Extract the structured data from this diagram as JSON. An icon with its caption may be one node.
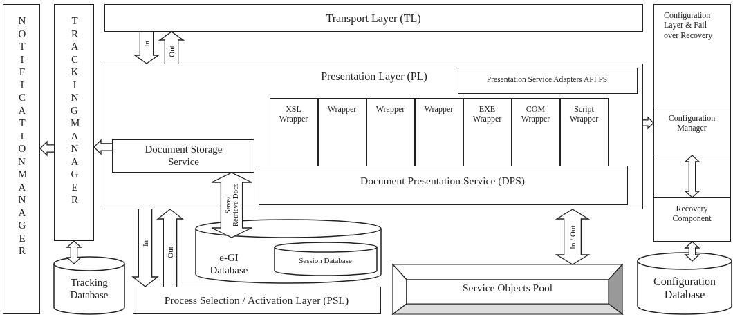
{
  "diagram": {
    "nodes": [
      {
        "text": [
          "NOTIFICATION MANAGER"
        ]
      },
      {
        "text": [
          "TRACKING MANAGER"
        ]
      },
      {
        "text": [
          "Transport Layer (TL)"
        ]
      },
      {
        "text": [
          "Presentation Layer (PL)"
        ]
      },
      {
        "text": [
          "Presentation Service Adapters API PS"
        ],
        "in": 3
      },
      {
        "text": [
          "XSL Wrapper"
        ],
        "in": 3
      },
      {
        "text": [
          "Wrapper"
        ],
        "in": 3
      },
      {
        "text": [
          "Wrapper"
        ],
        "in": 3
      },
      {
        "text": [
          "Wrapper"
        ],
        "in": 3
      },
      {
        "text": [
          "EXE Wrapper"
        ],
        "in": 3
      },
      {
        "text": [
          "COM Wrapper"
        ],
        "in": 3
      },
      {
        "text": [
          "Script Wrapper"
        ],
        "in": 3
      },
      {
        "text": [
          "Document Storage Service"
        ],
        "in": 3
      },
      {
        "text": [
          "Document Presentation Service (DPS)"
        ],
        "in": 3
      },
      {
        "text": [
          "e-GI Database"
        ]
      },
      {
        "text": [
          "Session Database"
        ],
        "in": 14
      },
      {
        "text": [
          "Tracking Database"
        ]
      },
      {
        "text": [
          "Process Selection / Activation Layer (PSL)"
        ]
      },
      {
        "text": [
          "Service Objects Pool"
        ]
      },
      {
        "text": [
          "Configuration Layer & Fail over Recovery"
        ]
      },
      {
        "text": [
          "Configuration Manager"
        ],
        "in": 19
      },
      {
        "text": [
          "Recovery Component"
        ],
        "in": 19
      },
      {
        "text": [
          "Configuration Database"
        ]
      }
    ],
    "edges": [
      {
        "from": 2,
        "to": 3,
        "arrow": "to",
        "label": "In"
      },
      {
        "from": 3,
        "to": 2,
        "arrow": "to",
        "label": "Out"
      },
      {
        "from": 12,
        "to": 1,
        "arrow": "to"
      },
      {
        "from": 1,
        "to": 0,
        "arrow": "to"
      },
      {
        "from": 1,
        "to": 16,
        "arrow": "both"
      },
      {
        "from": 3,
        "to": 17,
        "arrow": "to",
        "label": "In"
      },
      {
        "from": 17,
        "to": 3,
        "arrow": "to",
        "label": "Out"
      },
      {
        "from": 12,
        "to": 14,
        "arrow": "both",
        "label": "Save/ Retrieve Docs",
        "style": "thick"
      },
      {
        "from": 3,
        "to": 18,
        "arrow": "both",
        "label": "In / Out",
        "style": "thick"
      },
      {
        "from": 3,
        "to": 20,
        "arrow": "to"
      },
      {
        "from": 20,
        "to": 21,
        "arrow": "both"
      },
      {
        "from": 21,
        "to": 22,
        "arrow": "both"
      }
    ]
  }
}
